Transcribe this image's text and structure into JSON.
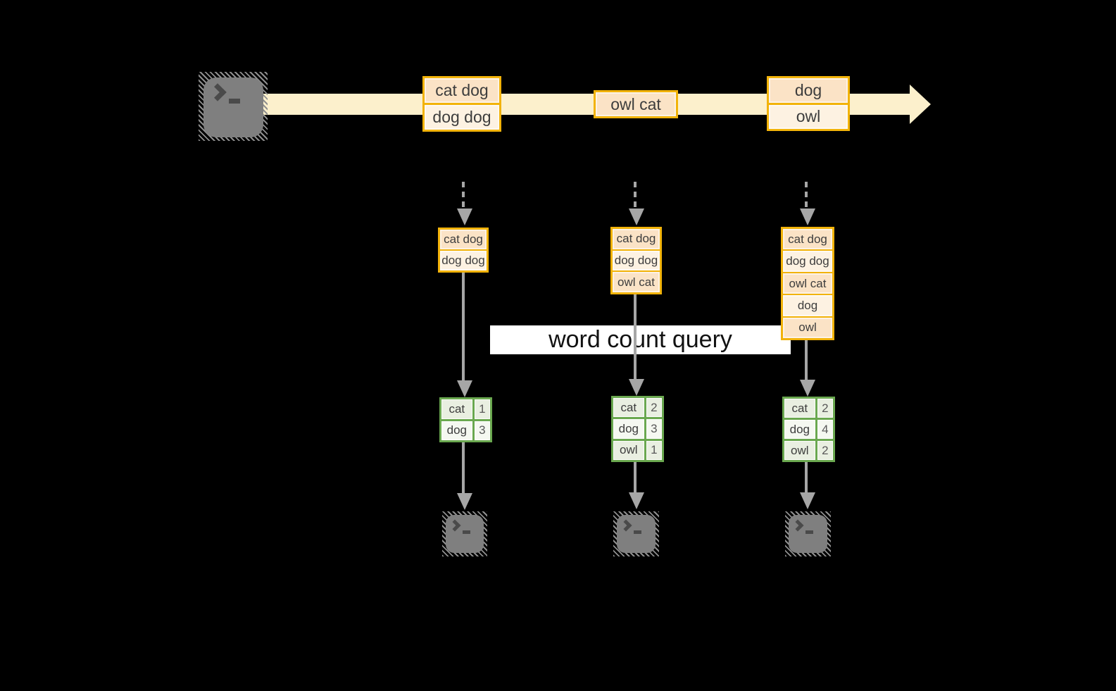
{
  "colors": {
    "background": "#000000",
    "gold": "#f2b30a",
    "peach": "#fbe3c6",
    "cream": "#fdf2e2",
    "band": "#fcf0cc",
    "green": "#6aa84f",
    "green-light": "#e9efe1",
    "green-lighter": "#f5f8f1",
    "arrow": "#a6a6a6",
    "terminal": "#7f7f7f",
    "terminal-glyph": "#4a4a4a",
    "box-text": "#3d3d3d",
    "count-text": "#595959",
    "query-text": "#111111"
  },
  "stream": {
    "messages": [
      {
        "lines": [
          "cat dog",
          "dog dog"
        ]
      },
      {
        "lines": [
          "owl cat"
        ]
      },
      {
        "lines": [
          "dog",
          "owl"
        ]
      }
    ]
  },
  "query": {
    "label": "word count query"
  },
  "columns": [
    {
      "buffer": [
        "cat dog",
        "dog dog"
      ],
      "counts": [
        {
          "word": "cat",
          "count": "1"
        },
        {
          "word": "dog",
          "count": "3"
        }
      ]
    },
    {
      "buffer": [
        "cat dog",
        "dog dog",
        "owl cat"
      ],
      "counts": [
        {
          "word": "cat",
          "count": "2"
        },
        {
          "word": "dog",
          "count": "3"
        },
        {
          "word": "owl",
          "count": "1"
        }
      ]
    },
    {
      "buffer": [
        "cat dog",
        "dog dog",
        "owl cat",
        "dog",
        "owl"
      ],
      "counts": [
        {
          "word": "cat",
          "count": "2"
        },
        {
          "word": "dog",
          "count": "4"
        },
        {
          "word": "owl",
          "count": "2"
        }
      ]
    }
  ]
}
